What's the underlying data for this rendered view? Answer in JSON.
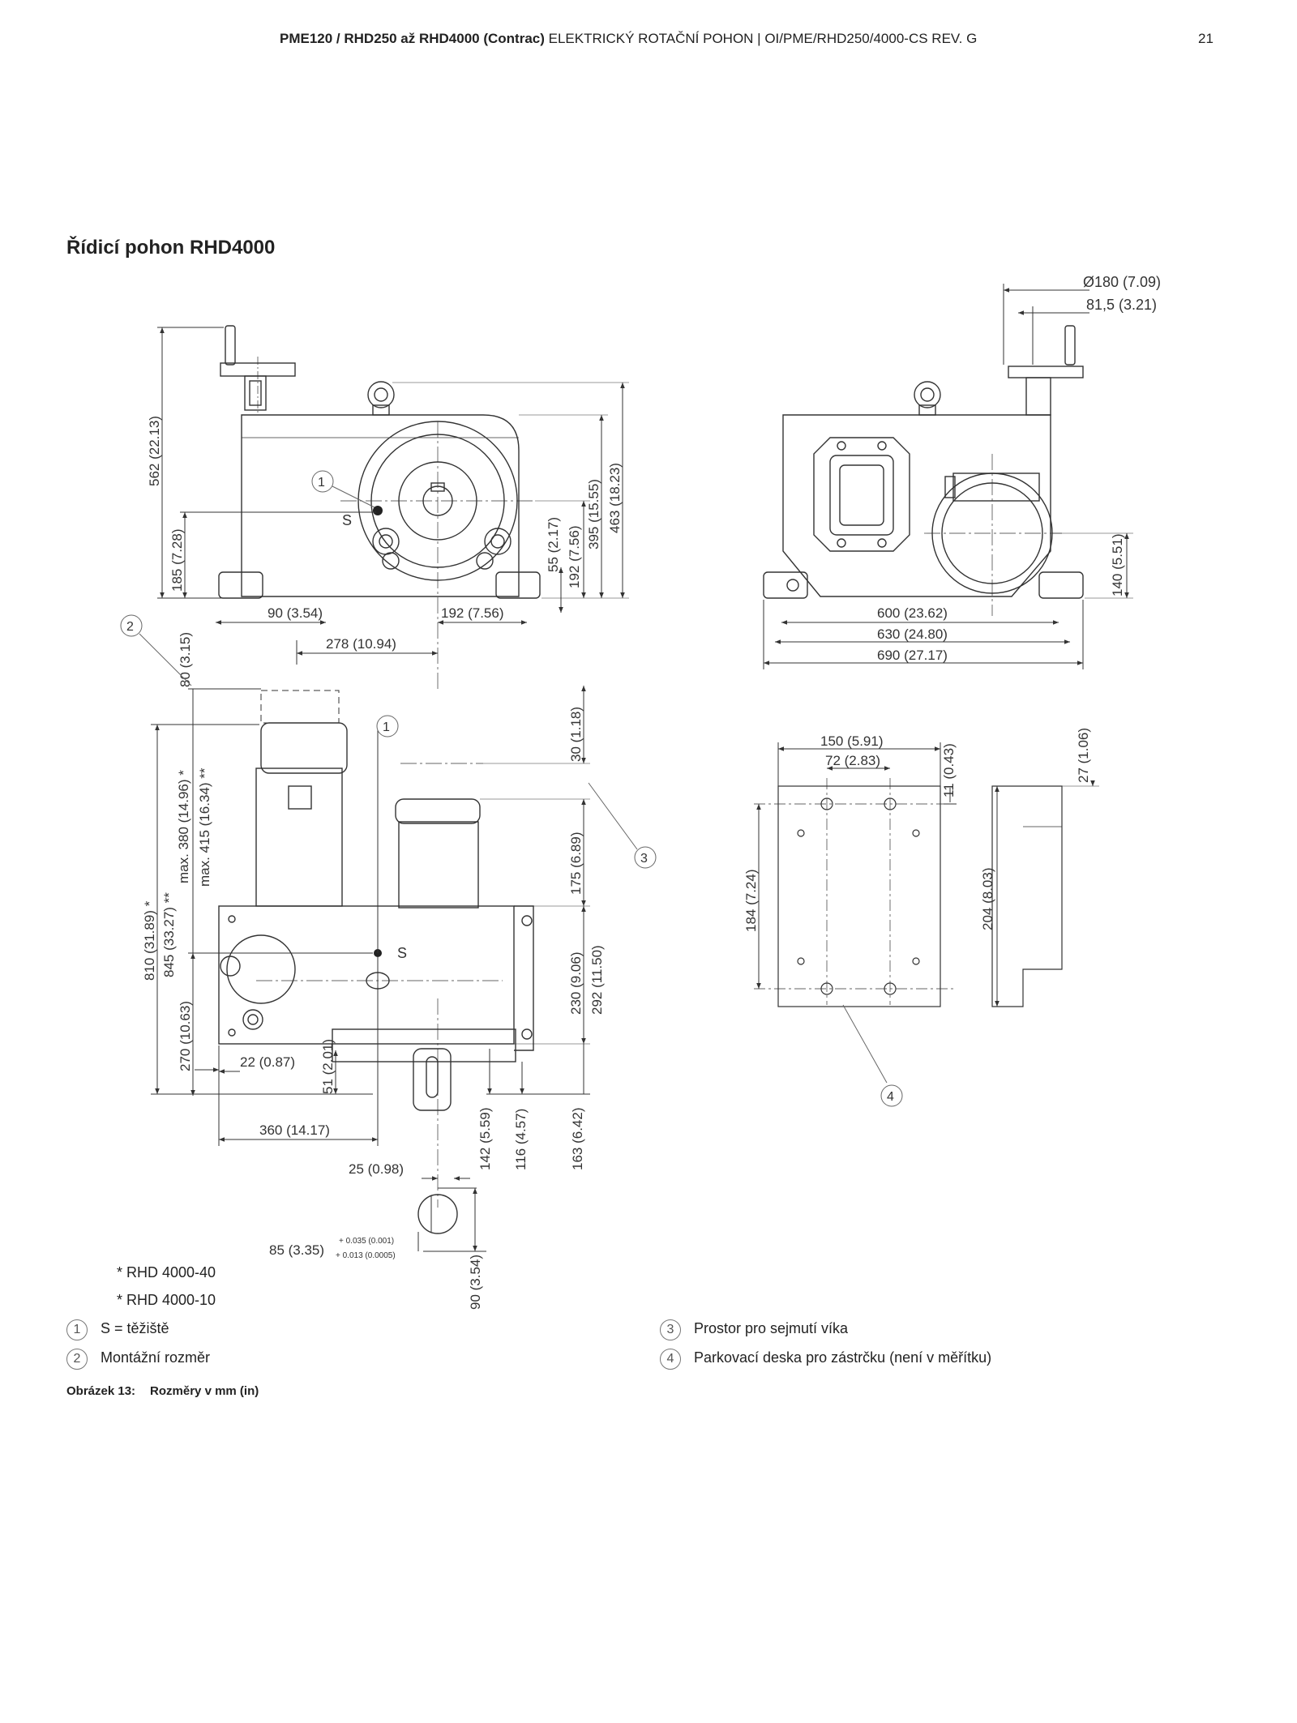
{
  "header": {
    "title_bold": "PME120 / RHD250 až RHD4000 (Contrac)",
    "title_rest": " ELEKTRICKÝ ROTAČNÍ POHON | OI/PME/RHD250/4000-CS REV. G",
    "page_number": "21"
  },
  "section_title": "Řídicí pohon RHD4000",
  "dims": {
    "d562": "562 (22.13)",
    "d185": "185 (7.28)",
    "d90": "90 (3.54)",
    "d192h": "192 (7.56)",
    "d278": "278 (10.94)",
    "d55": "55 (2.17)",
    "d192v": "192 (7.56)",
    "d395": "395 (15.55)",
    "d463": "463 (18.23)",
    "d180": "Ø180 (7.09)",
    "d81": "81,5 (3.21)",
    "d600": "600 (23.62)",
    "d630": "630 (24.80)",
    "d690": "690 (27.17)",
    "d140": "140 (5.51)",
    "d80": "80 (3.15)",
    "d380": "max. 380 (14.96) *",
    "d415": "max. 415 (16.34) **",
    "d810": "810 (31.89) *",
    "d845": "845 (33.27) **",
    "d270": "270 (10.63)",
    "d22": "22 (0.87)",
    "d51": "51 (2.01)",
    "d360": "360 (14.17)",
    "d30": "30 (1.18)",
    "d175": "175 (6.89)",
    "d230": "230 (9.06)",
    "d292": "292 (11.50)",
    "d142": "142 (5.59)",
    "d116": "116 (4.57)",
    "d163": "163 (6.42)",
    "d25": "25 (0.98)",
    "d85": "85 (3.35)",
    "tol_upper": "+ 0.035 (0.001)",
    "tol_lower": "+ 0.013 (0.0005)",
    "d90b": "90 (3.54)",
    "d150": "150 (5.91)",
    "d72": "72 (2.83)",
    "d11": "11 (0.43)",
    "d184": "184 (7.24)",
    "d27": "27 (1.06)",
    "d204": "204 (8.03)",
    "s_top": "S",
    "s_bottom": "S",
    "m1": "1",
    "m1b": "1",
    "m2": "2",
    "m3": "3",
    "m4": "4"
  },
  "footnotes": [
    "* RHD 4000-40",
    "* RHD 4000-10"
  ],
  "legend": [
    {
      "num": "1",
      "text": "S = těžiště"
    },
    {
      "num": "2",
      "text": "Montážní rozměr"
    },
    {
      "num": "3",
      "text": "Prostor pro sejmutí víka"
    },
    {
      "num": "4",
      "text": "Parkovací deska pro zástrčku (není v měřítku)"
    }
  ],
  "caption": {
    "label": "Obrázek 13:",
    "text": "Rozměry v mm (in)"
  }
}
